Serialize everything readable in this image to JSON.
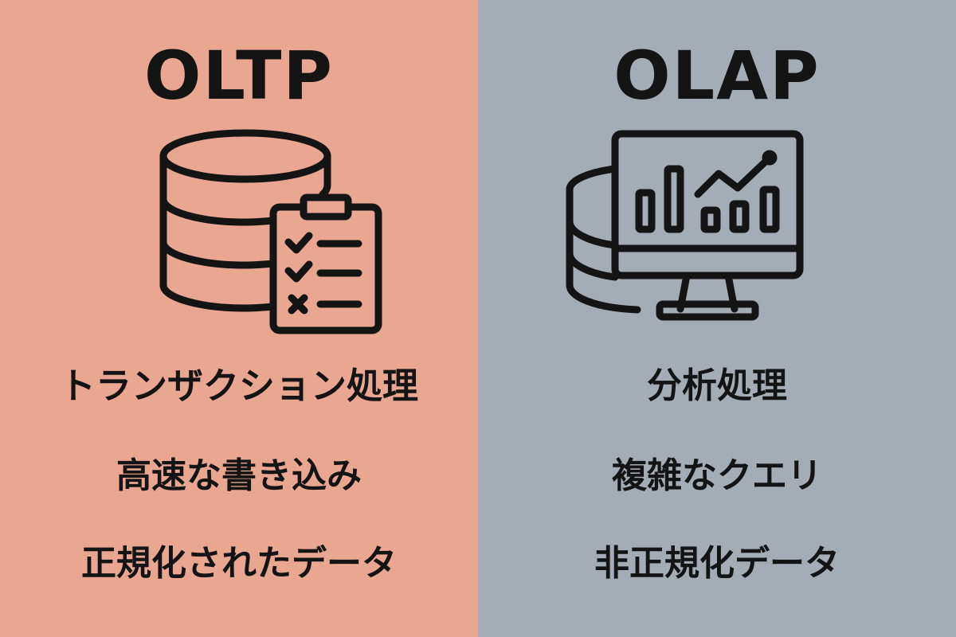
{
  "colors": {
    "oltp_background": "#e9a690",
    "olap_background": "#a4adb6",
    "ink": "#141414"
  },
  "oltp": {
    "title": "OLTP",
    "icon": "database-clipboard-checklist-icon",
    "features": [
      "トランザクション処理",
      "高速な書き込み",
      "正規化されたデータ"
    ]
  },
  "olap": {
    "title": "OLAP",
    "icon": "database-monitor-chart-icon",
    "features": [
      "分析処理",
      "複雑なクエリ",
      "非正規化データ"
    ]
  }
}
